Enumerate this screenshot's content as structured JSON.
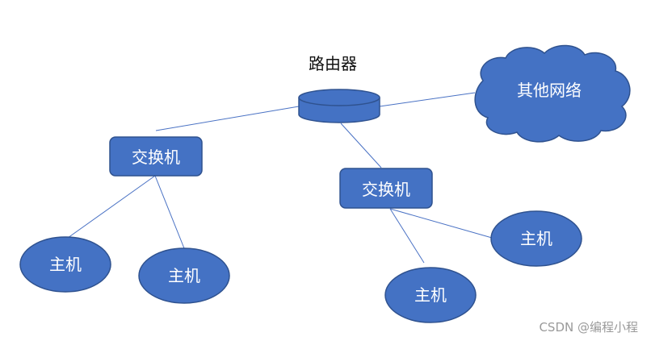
{
  "diagram": {
    "router_label": "路由器",
    "other_network_label": "其他网络",
    "switch_left_label": "交换机",
    "switch_right_label": "交换机",
    "host_1_label": "主机",
    "host_2_label": "主机",
    "host_3_label": "主机",
    "host_4_label": "主机"
  },
  "watermark": "CSDN @编程小程",
  "colors": {
    "node_fill": "#4472C4",
    "node_stroke": "#2F528F",
    "link": "#4A72C4"
  }
}
